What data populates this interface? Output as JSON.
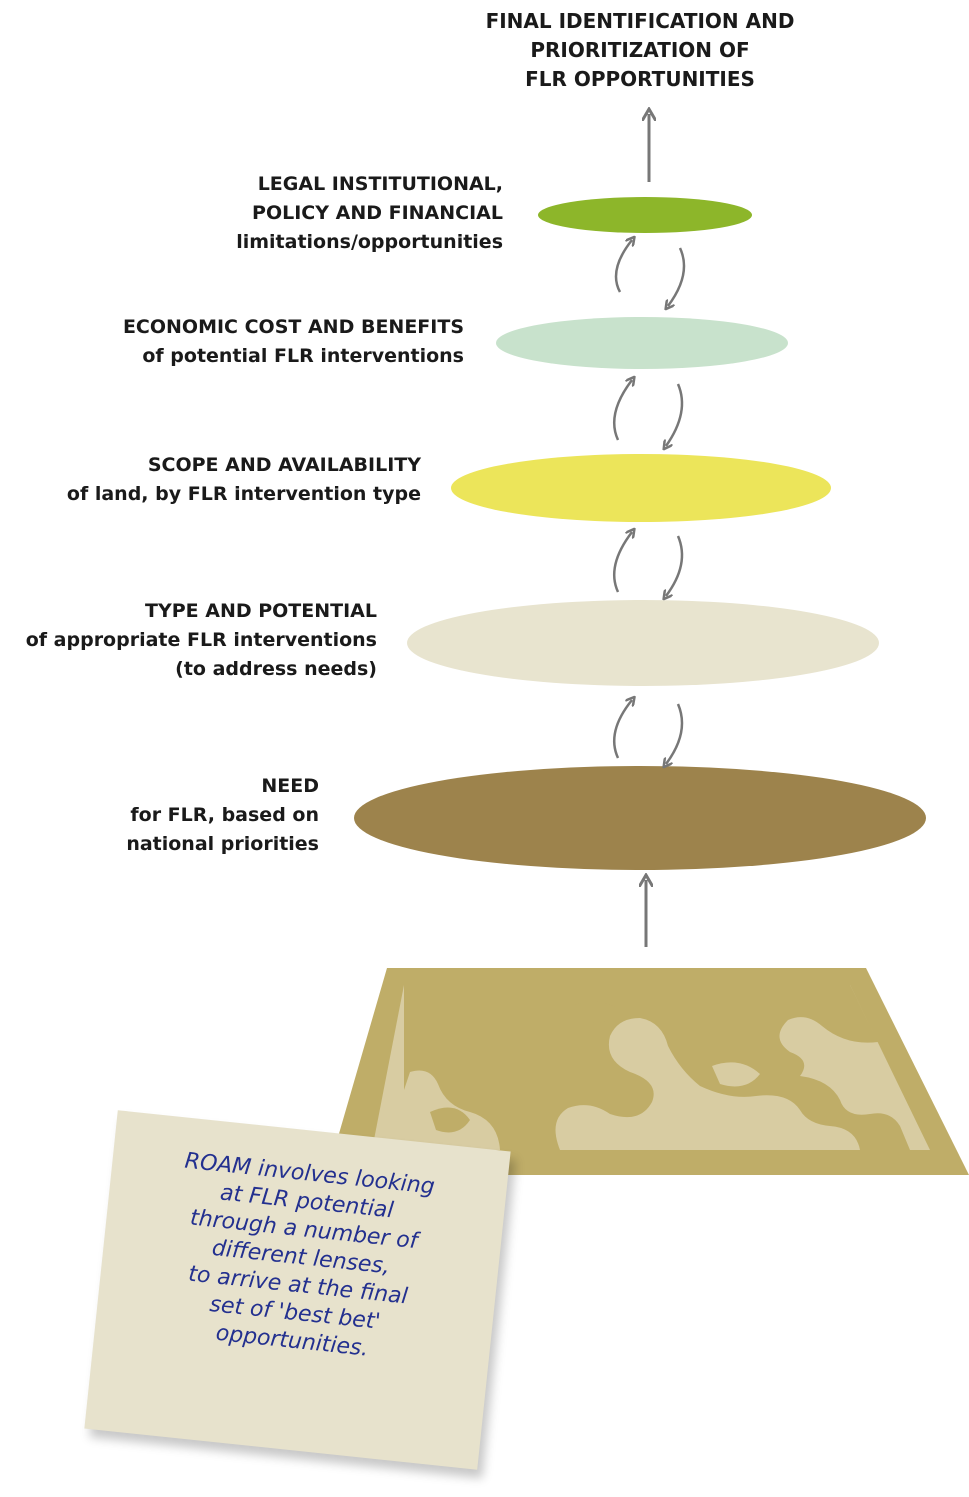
{
  "title": {
    "line1": "FINAL IDENTIFICATION AND",
    "line2": "PRIORITIZATION OF",
    "line3": "FLR OPPORTUNITIES"
  },
  "lenses": [
    {
      "caps": [
        "LEGAL INSTITUTIONAL,",
        "POLICY AND FINANCIAL"
      ],
      "sub": [
        "limitations/opportunities"
      ],
      "color": "#8db62a"
    },
    {
      "caps": [
        "ECONOMIC COST AND BENEFITS"
      ],
      "sub": [
        "of potential FLR interventions"
      ],
      "color": "#c8e2cc"
    },
    {
      "caps": [
        "SCOPE AND AVAILABILITY"
      ],
      "sub": [
        "of land, by FLR intervention type"
      ],
      "color": "#ece55a"
    },
    {
      "caps": [
        "TYPE AND POTENTIAL"
      ],
      "sub": [
        "of appropriate FLR interventions",
        "(to address needs)"
      ],
      "color": "#e8e4cf"
    },
    {
      "caps": [
        "NEED"
      ],
      "sub": [
        "for FLR, based on",
        "national priorities"
      ],
      "color": "#9d834c"
    }
  ],
  "colors": {
    "map_frame": "#bfad68",
    "map_land": "#d8cca2",
    "arrow": "#777777",
    "note_paper": "#e7e2cc",
    "note_ink": "#23308f"
  },
  "note": {
    "lines": [
      "ROAM involves looking",
      "at FLR potential",
      "through a number of",
      "different lenses,",
      "to arrive at the final",
      "set of 'best bet'",
      "opportunities."
    ]
  }
}
